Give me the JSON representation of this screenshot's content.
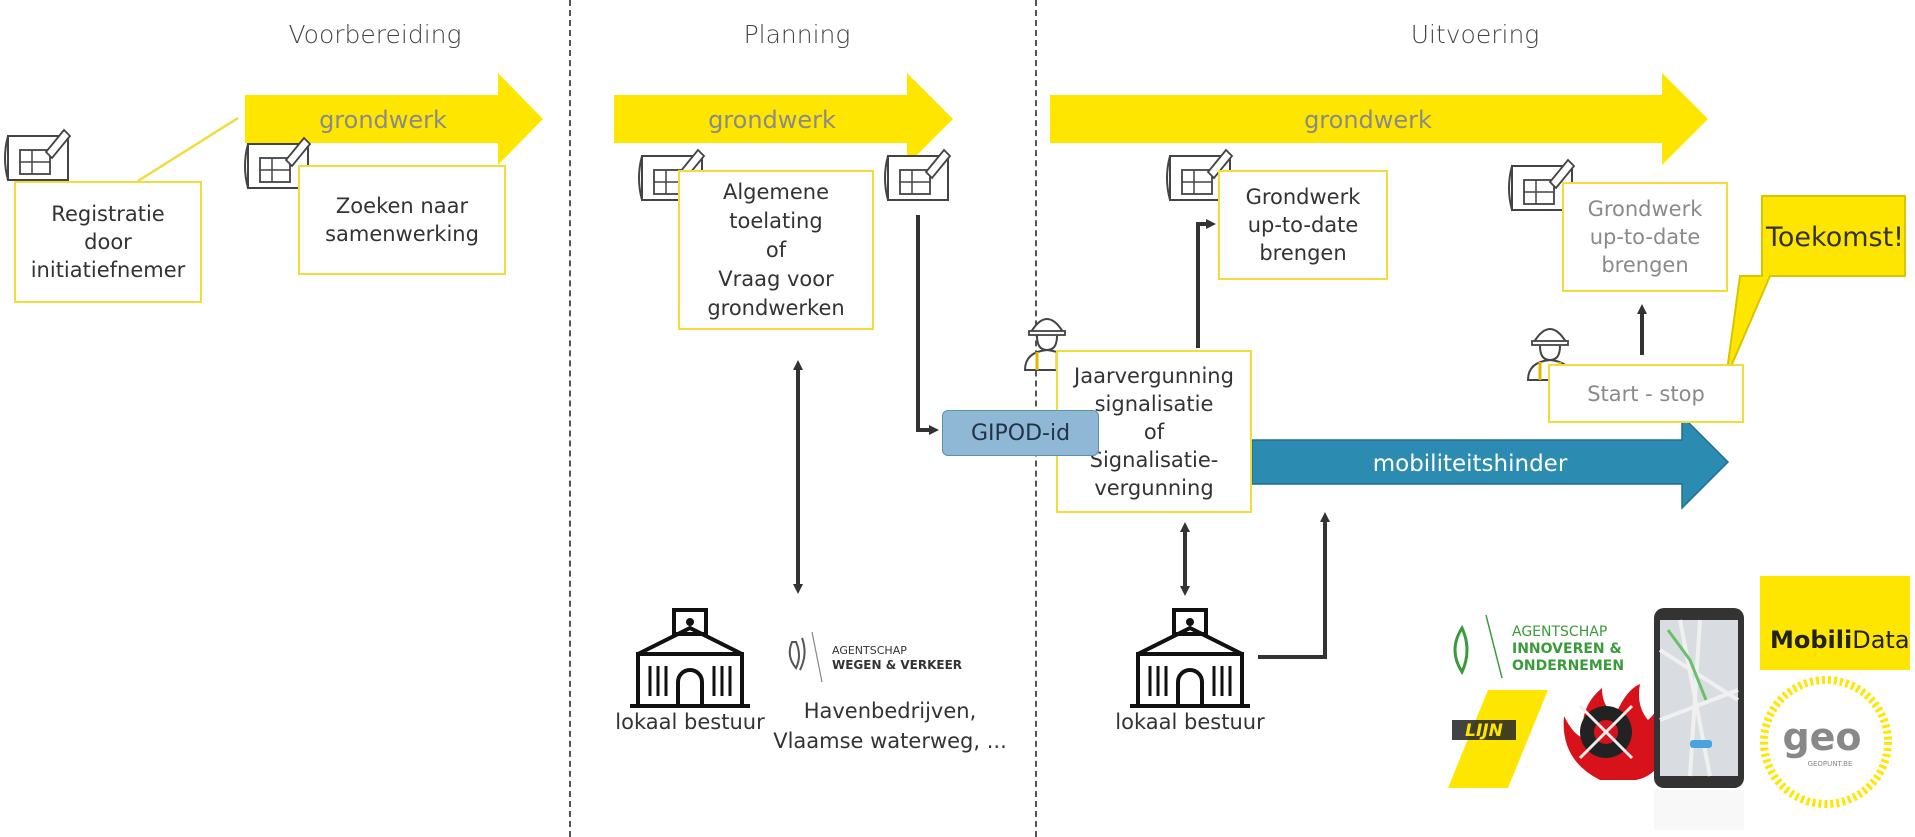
{
  "phases": {
    "prep": "Voorbereiding",
    "planning": "Planning",
    "execution": "Uitvoering"
  },
  "arrows": {
    "grondwerk_1": "grondwerk",
    "grondwerk_2": "grondwerk",
    "grondwerk_3": "grondwerk",
    "mobility": "mobiliteitshinder"
  },
  "boxes": {
    "registratie": [
      "Registratie",
      "door",
      "initiatiefnemer"
    ],
    "zoeken": [
      "Zoeken naar",
      "samenwerking"
    ],
    "toelating": [
      "Algemene",
      "toelating",
      "of",
      "Vraag voor",
      "grondwerken"
    ],
    "uptodate_1": [
      "Grondwerk",
      "up-to-date",
      "brengen"
    ],
    "uptodate_2": [
      "Grondwerk",
      "up-to-date",
      "brengen"
    ],
    "jaarvergunning": [
      "Jaarvergunning",
      "signalisatie",
      "of",
      "Signalisatie-",
      "vergunning"
    ],
    "startstop": "Start - stop"
  },
  "gipod": "GIPOD-id",
  "callout": "Toekomst!",
  "labels": {
    "lokaal_1": "lokaal bestuur",
    "lokaal_2": "lokaal bestuur",
    "havens": [
      "Havenbedrijven,",
      "Vlaamse waterweg, ..."
    ]
  },
  "logos": {
    "awv": [
      "AGENTSCHAP",
      "WEGEN & VERKEER"
    ],
    "vlaio": [
      "AGENTSCHAP",
      "INNOVEREN &",
      "ONDERNEMEN"
    ],
    "lijn": "LIJN",
    "mobilidata": [
      "Mobili",
      "Data"
    ],
    "geo": "geo",
    "geo_small": "GEOPUNT.BE"
  },
  "icons": [
    "blueprint-icon",
    "worker-icon",
    "government-building-icon",
    "fire-brigade-icon",
    "smartphone-map-icon"
  ],
  "colors": {
    "yellow": "#ffe600",
    "box_border": "#f0dc3a",
    "blue": "#2c8bb1",
    "gipod": "#8fb8d6"
  }
}
